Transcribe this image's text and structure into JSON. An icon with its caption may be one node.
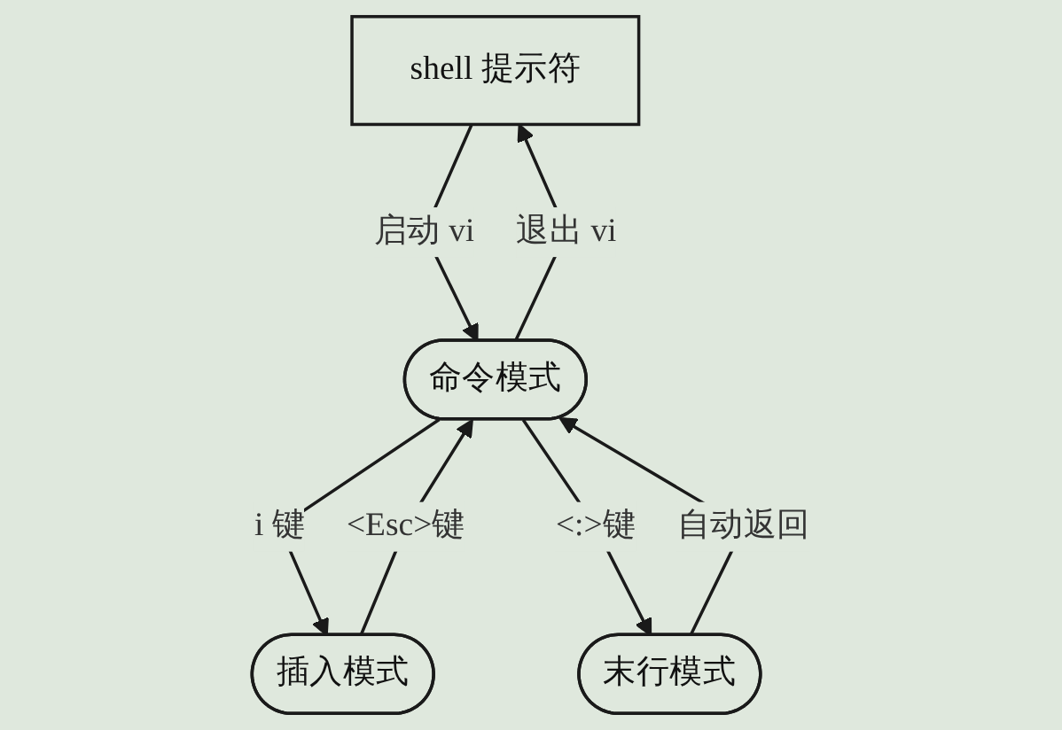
{
  "diagram": {
    "nodes": [
      {
        "text": [
          "shell 提示符"
        ]
      },
      {
        "text": [
          "命令模式"
        ]
      },
      {
        "text": [
          "插入模式"
        ]
      },
      {
        "text": [
          "末行模式"
        ]
      }
    ],
    "edges": [
      {
        "from": 1,
        "to": 0,
        "arrow": "to",
        "label": "退出 vi"
      },
      {
        "from": 0,
        "to": 1,
        "arrow": "to",
        "label": "启动 vi"
      },
      {
        "from": 1,
        "to": 2,
        "arrow": "to",
        "label": "i 键"
      },
      {
        "from": 2,
        "to": 1,
        "arrow": "to",
        "label": "<Esc>键"
      },
      {
        "from": 3,
        "to": 1,
        "arrow": "to",
        "label": "自动返回"
      },
      {
        "from": 1,
        "to": 3,
        "arrow": "to",
        "label": "<:>键"
      }
    ]
  }
}
